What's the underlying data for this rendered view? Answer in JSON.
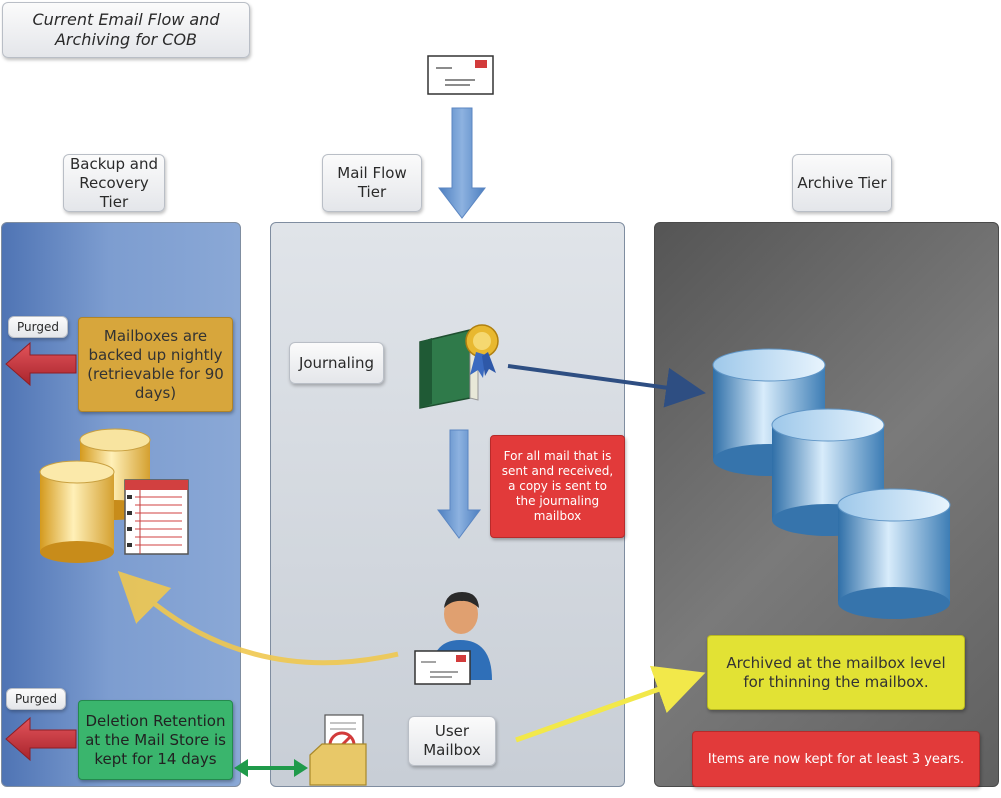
{
  "title": "Current Email Flow and Archiving for COB",
  "tiers": {
    "backup": "Backup and Recovery Tier",
    "mailflow": "Mail Flow Tier",
    "archive": "Archive Tier"
  },
  "labels": {
    "journaling": "Journaling",
    "user_mailbox": "User Mailbox",
    "purged_top": "Purged",
    "purged_bottom": "Purged"
  },
  "notes": {
    "backup_nightly": "Mailboxes are backed up nightly (retrievable for 90 days)",
    "journal_copy": "For all mail that is sent and received, a copy is sent to the journaling mailbox",
    "deletion_retention": "Deletion Retention at the Mail Store is kept for 14 days",
    "archived_level": "Archived at the mailbox level for thinning the mailbox.",
    "kept_3_years": "Items are now kept for at least 3 years."
  },
  "colors": {
    "backup_tier": "#6d8fc6",
    "mailflow_tier": "#d3d8de",
    "archive_tier": "#6b6b6b",
    "note_orange": "#d9a83a",
    "note_red": "#e03a3a",
    "note_green": "#39b36b",
    "note_yellow": "#e0e034",
    "arrow_blue": "#6a96cf",
    "arrow_red": "#c9363f"
  }
}
